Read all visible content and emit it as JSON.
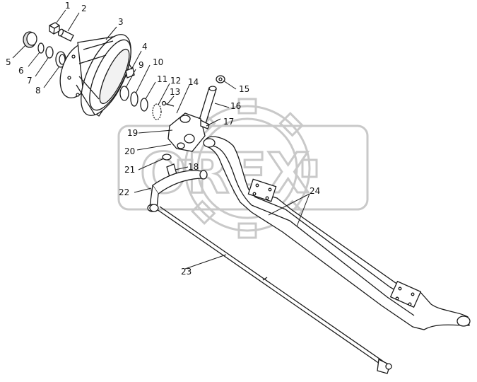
{
  "watermark": {
    "text": "OREX",
    "color": "#c9c9c9"
  },
  "callouts": [
    {
      "id": "1",
      "label": "1"
    },
    {
      "id": "2",
      "label": "2"
    },
    {
      "id": "3",
      "label": "3"
    },
    {
      "id": "4",
      "label": "4"
    },
    {
      "id": "5",
      "label": "5"
    },
    {
      "id": "6",
      "label": "6"
    },
    {
      "id": "7",
      "label": "7"
    },
    {
      "id": "8",
      "label": "8"
    },
    {
      "id": "9",
      "label": "9"
    },
    {
      "id": "10",
      "label": "10"
    },
    {
      "id": "11",
      "label": "11"
    },
    {
      "id": "12",
      "label": "12"
    },
    {
      "id": "13",
      "label": "13"
    },
    {
      "id": "14",
      "label": "14"
    },
    {
      "id": "15",
      "label": "15"
    },
    {
      "id": "16",
      "label": "16"
    },
    {
      "id": "17",
      "label": "17"
    },
    {
      "id": "18",
      "label": "18"
    },
    {
      "id": "19",
      "label": "19"
    },
    {
      "id": "20",
      "label": "20"
    },
    {
      "id": "21",
      "label": "21"
    },
    {
      "id": "22",
      "label": "22"
    },
    {
      "id": "23",
      "label": "23"
    },
    {
      "id": "24",
      "label": "24"
    }
  ]
}
